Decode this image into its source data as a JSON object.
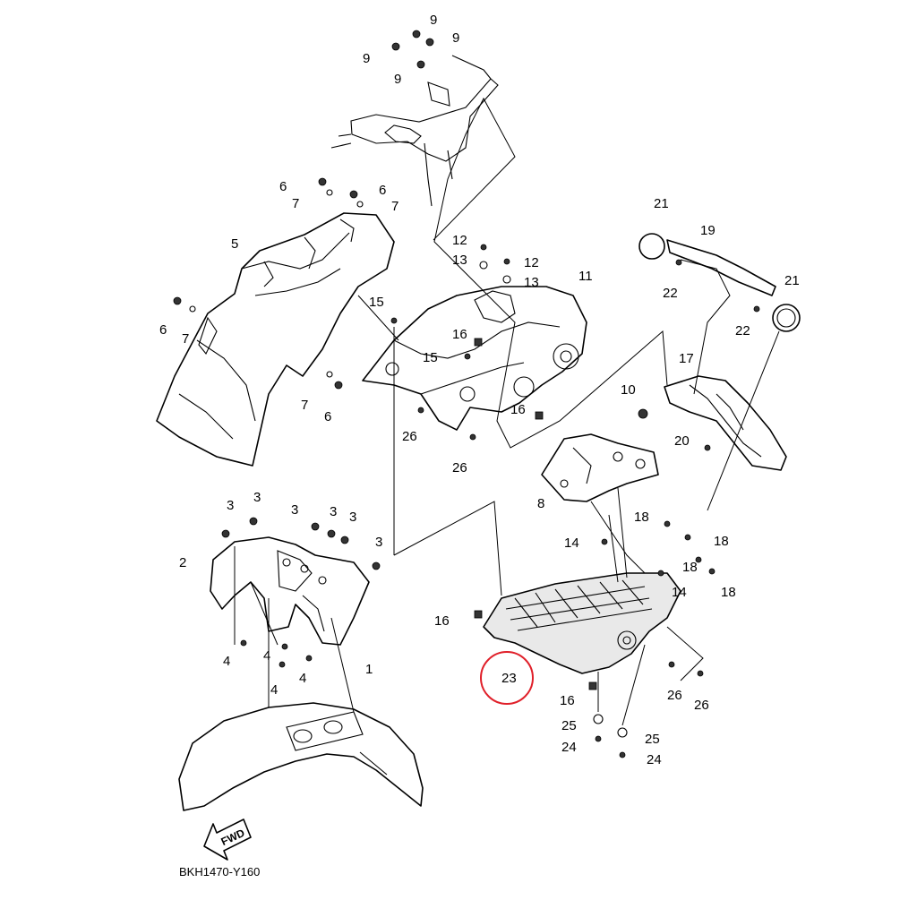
{
  "diagram": {
    "code": "BKH1470-Y160",
    "highlight_label": "23",
    "highlight_color": "#e0202a",
    "fwd_label": "FWD",
    "callouts": [
      "1",
      "2",
      "3",
      "4",
      "5",
      "6",
      "7",
      "8",
      "9",
      "10",
      "11",
      "12",
      "13",
      "14",
      "15",
      "16",
      "17",
      "18",
      "19",
      "20",
      "21",
      "22",
      "23",
      "24",
      "25",
      "26"
    ]
  }
}
